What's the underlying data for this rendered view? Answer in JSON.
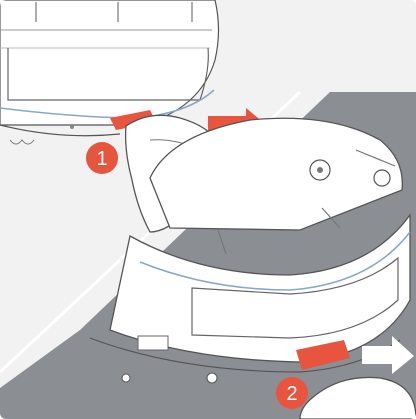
{
  "steps": [
    {
      "number": "1",
      "instruction": "press-latch-with-thumb",
      "arrow_direction": "right"
    },
    {
      "number": "2",
      "instruction": "slide-bin-out",
      "arrow_direction": "right"
    }
  ],
  "colors": {
    "accent": "#e8553e",
    "step_badge": "#e8553e",
    "background_upper": "#f2f2f2",
    "background_lower": "#8a8e93",
    "device_body": "#ffffff",
    "outline": "#555555"
  },
  "icons": [
    "step-badge-icon",
    "push-arrow-icon",
    "pull-arrow-icon",
    "hand-icon",
    "robot-vacuum-icon"
  ]
}
